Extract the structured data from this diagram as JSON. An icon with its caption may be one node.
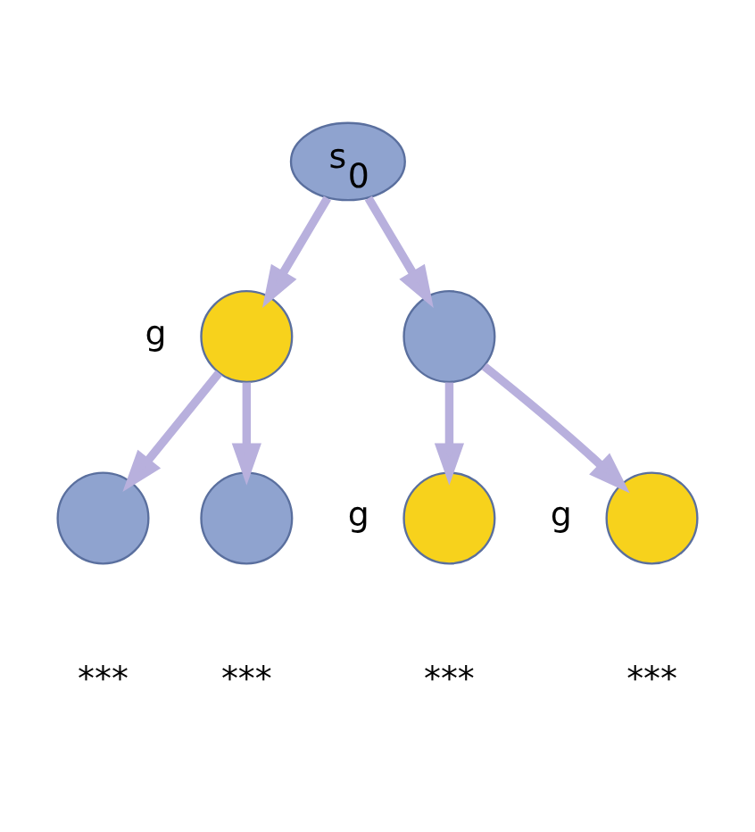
{
  "diagram": {
    "nodes": [
      {
        "text": [
          "s$_{0}$"
        ]
      },
      {
        "text": [],
        "shape": "circle",
        "beside": [
          "g"
        ]
      },
      {
        "text": [],
        "shape": "circle"
      },
      {
        "text": [],
        "shape": "circle",
        "beside": [
          "***"
        ]
      },
      {
        "text": [],
        "shape": "circle",
        "beside": [
          "***"
        ]
      },
      {
        "text": [],
        "shape": "circle",
        "beside": [
          "g",
          "***"
        ]
      },
      {
        "text": [],
        "shape": "circle",
        "beside": [
          "g",
          "***"
        ]
      }
    ],
    "edges": [
      {
        "from": 0,
        "to": 1,
        "arrow": "to"
      },
      {
        "from": 0,
        "to": 2,
        "arrow": "to"
      },
      {
        "from": 1,
        "to": 3,
        "arrow": "to"
      },
      {
        "from": 1,
        "to": 4,
        "arrow": "to"
      },
      {
        "from": 2,
        "to": 5,
        "arrow": "to"
      },
      {
        "from": 2,
        "to": 6,
        "arrow": "to"
      }
    ]
  }
}
